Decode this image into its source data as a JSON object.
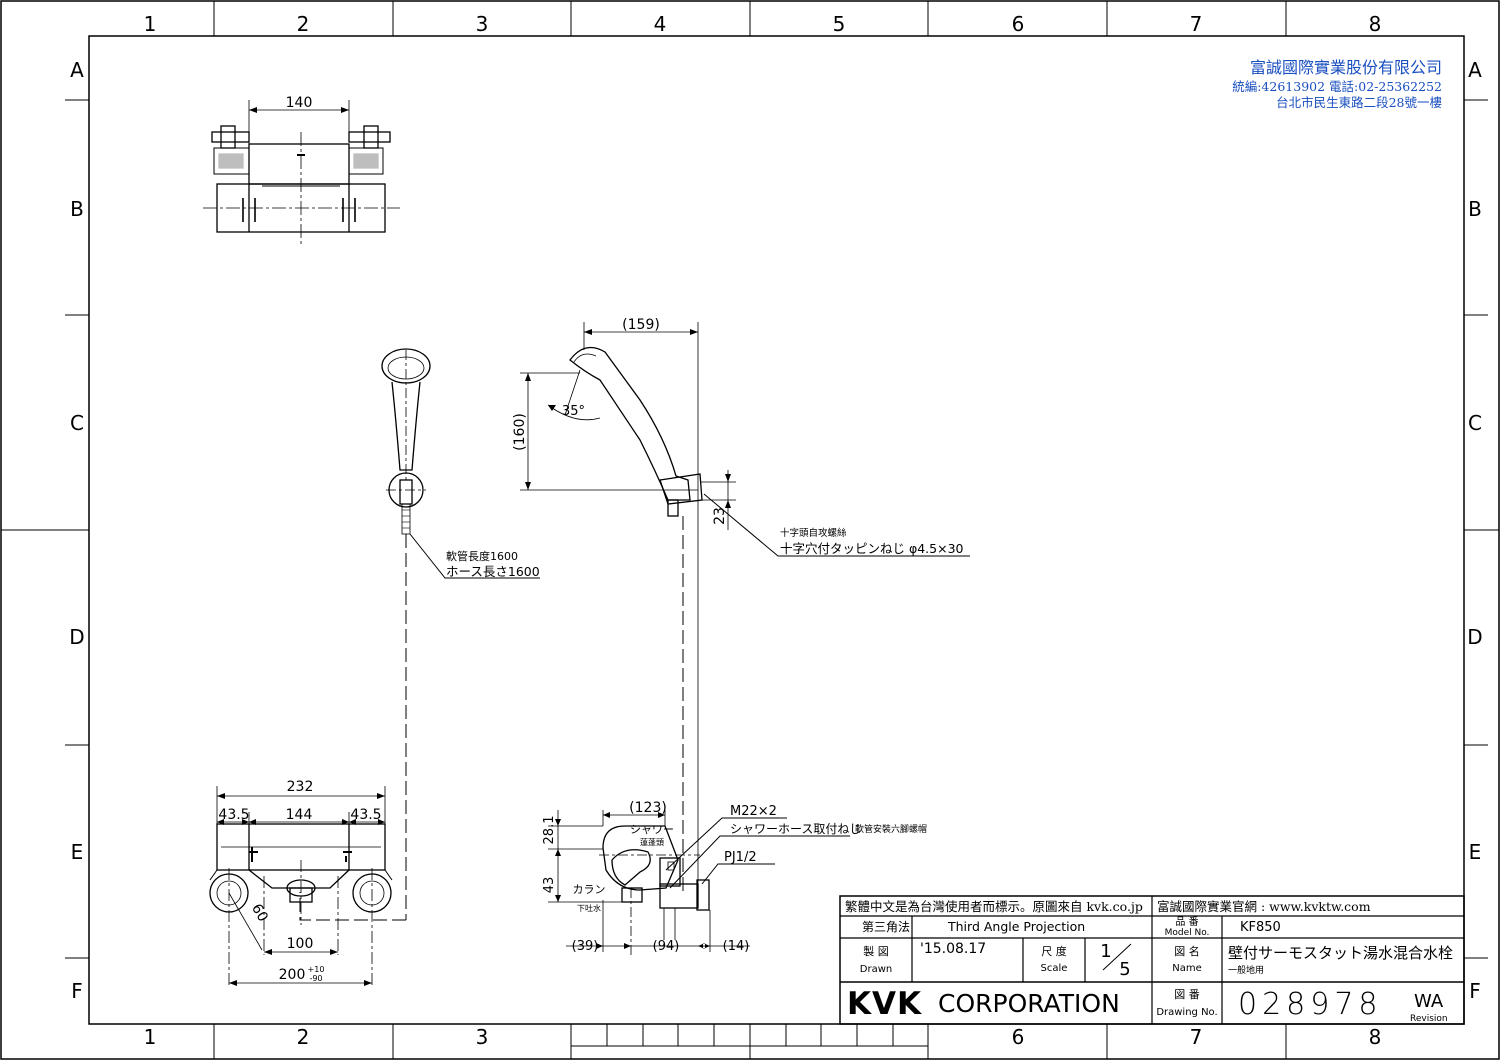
{
  "grid": {
    "columns": [
      "1",
      "2",
      "3",
      "4",
      "5",
      "6",
      "7",
      "8"
    ],
    "rows": [
      "A",
      "B",
      "C",
      "D",
      "E",
      "F"
    ]
  },
  "company_stamp": {
    "name": "富誠國際實業股份有限公司",
    "ids": "統編:42613902 電話:02-25362252",
    "address": "台北市民生東路二段28號一樓"
  },
  "top_view": {
    "dim_width": "140"
  },
  "shower_front": {
    "hose_label_zh": "軟管長度1600",
    "hose_label_ja": "ホース長さ1600"
  },
  "shower_side": {
    "dim_horizontal": "(159)",
    "dim_vertical": "(160)",
    "angle": "35°",
    "dim_bracket": "23",
    "screw_label_zh": "十字頭自攻螺絲",
    "screw_label_ja": "十字穴付タッピンねじ φ4.5×30"
  },
  "front_view": {
    "dim_total": "232",
    "dim_left": "43.5",
    "dim_center": "144",
    "dim_right": "43.5",
    "dim_angle": "60",
    "dim_pitch": "100",
    "dim_base": "200",
    "tol_upper": "+10",
    "tol_lower": "-90"
  },
  "side_view": {
    "dim_top": "(123)",
    "dim_281": "28.1",
    "dim_43": "43",
    "thread_label": "M22×2",
    "hose_thread_ja": "シャワーホース取付ねじ",
    "hose_thread_zh": "軟管安裝六腳螺帽",
    "pj_label": "PJ1/2",
    "shower_ja": "シャワー",
    "shower_zh": "蓮蓬頭",
    "spout_ja": "カラン",
    "spout_zh": "下吐水",
    "dim_39": "(39)",
    "dim_94": "(94)",
    "dim_14": "(14)"
  },
  "title_block": {
    "notice": "繁體中文是為台灣使用者而標示。原圖來自 kvk.co.jp",
    "website": "富誠國際實業官網 : www.kvktw.com",
    "projection_ja": "第三角法",
    "projection_en": "Third Angle Projection",
    "model_ja": "品 番",
    "model_en": "Model No.",
    "model_value": "KF850",
    "drawn_ja": "製 図",
    "drawn_en": "Drawn",
    "date": "'15.08.17",
    "scale_ja": "尺 度",
    "scale_en": "Scale",
    "scale_num": "1",
    "scale_den": "5",
    "name_ja": "図 名",
    "name_en": "Name",
    "name_value": "壁付サーモスタット湯水混合水栓",
    "name_sub": "一般地用",
    "logo": "KVK",
    "corporation": "CORPORATION",
    "drawing_ja": "図 番",
    "drawing_en": "Drawing No.",
    "drawing_number": "028978",
    "revision_code": "WA",
    "revision_label": "Revision"
  }
}
